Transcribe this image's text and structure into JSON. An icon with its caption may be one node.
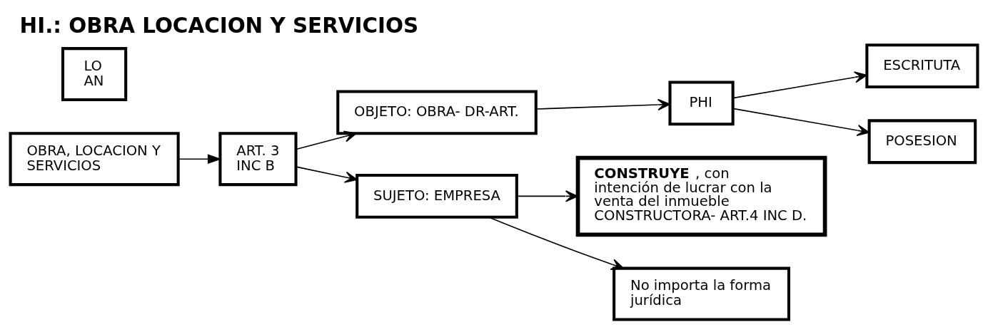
{
  "diagram": {
    "title": "HI.: OBRA LOCACION Y SERVICIOS",
    "nodes": [
      {
        "text": [
          "OBRA, LOCACION Y SERVICIOS"
        ]
      },
      {
        "text": [
          "ART. 3 INC B"
        ]
      },
      {
        "text": [
          "OBJETO: OBRA- DR-ART."
        ]
      },
      {
        "text": [
          "PHI"
        ]
      },
      {
        "text": [
          "ESCRITUTA"
        ]
      },
      {
        "text": [
          "POSESION"
        ]
      },
      {
        "text": [
          "LO AN"
        ]
      },
      {
        "text": [
          "SUJETO: EMPRESA"
        ]
      },
      {
        "text": [
          "**CONSTRUYE** , con intención de lucrar con la venta del inmueble CONSTRUCTORA- ART.4 INC D."
        ]
      },
      {
        "text": [
          "No importa la forma jurídica"
        ]
      }
    ],
    "edges": [
      {
        "from": 0,
        "to": 1,
        "arrow": "to"
      },
      {
        "from": 1,
        "to": 2,
        "arrow": "to"
      },
      {
        "from": 1,
        "to": 7,
        "arrow": "to"
      },
      {
        "from": 2,
        "to": 3,
        "arrow": "to"
      },
      {
        "from": 3,
        "to": 4,
        "arrow": "to"
      },
      {
        "from": 3,
        "to": 5,
        "arrow": "to"
      },
      {
        "from": 7,
        "to": 8,
        "arrow": "to"
      },
      {
        "from": 7,
        "to": 9,
        "arrow": "to"
      }
    ]
  }
}
